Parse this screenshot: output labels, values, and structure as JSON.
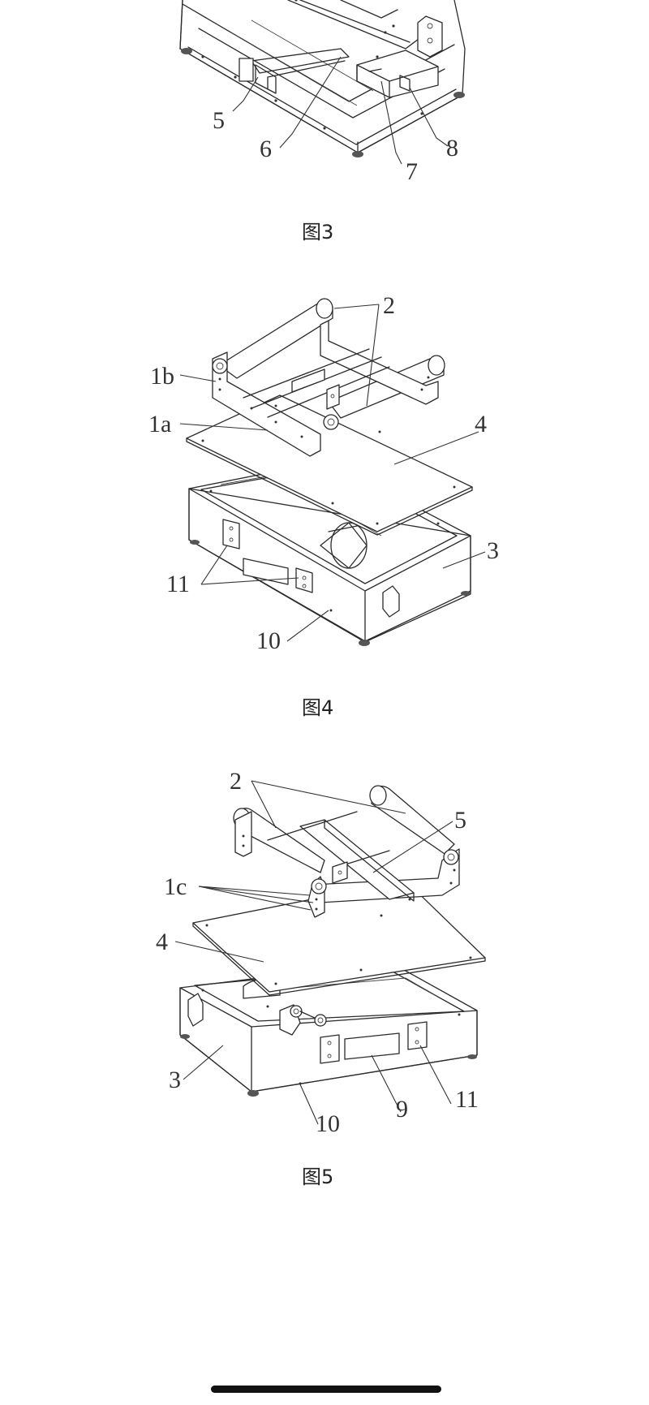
{
  "figures": [
    {
      "id": "fig3",
      "caption": "图3",
      "labels": [
        "5",
        "6",
        "7",
        "8"
      ]
    },
    {
      "id": "fig4",
      "caption": "图4",
      "labels": [
        "2",
        "1b",
        "1a",
        "4",
        "3",
        "11",
        "10"
      ]
    },
    {
      "id": "fig5",
      "caption": "图5",
      "labels": [
        "2",
        "5",
        "1c",
        "4",
        "3",
        "11",
        "10",
        "9"
      ]
    }
  ]
}
